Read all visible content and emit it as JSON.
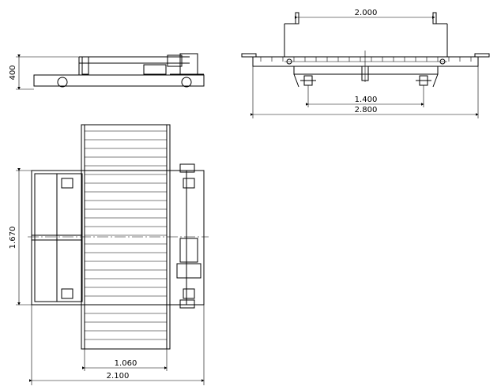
{
  "dimensions": {
    "width_total_plan": "2.100",
    "width_conveyor": "1.060",
    "length_plan": "1.670",
    "height_side": "400",
    "width_end_top": "2.000",
    "width_end_mid": "1.400",
    "width_end_total": "2.800"
  }
}
